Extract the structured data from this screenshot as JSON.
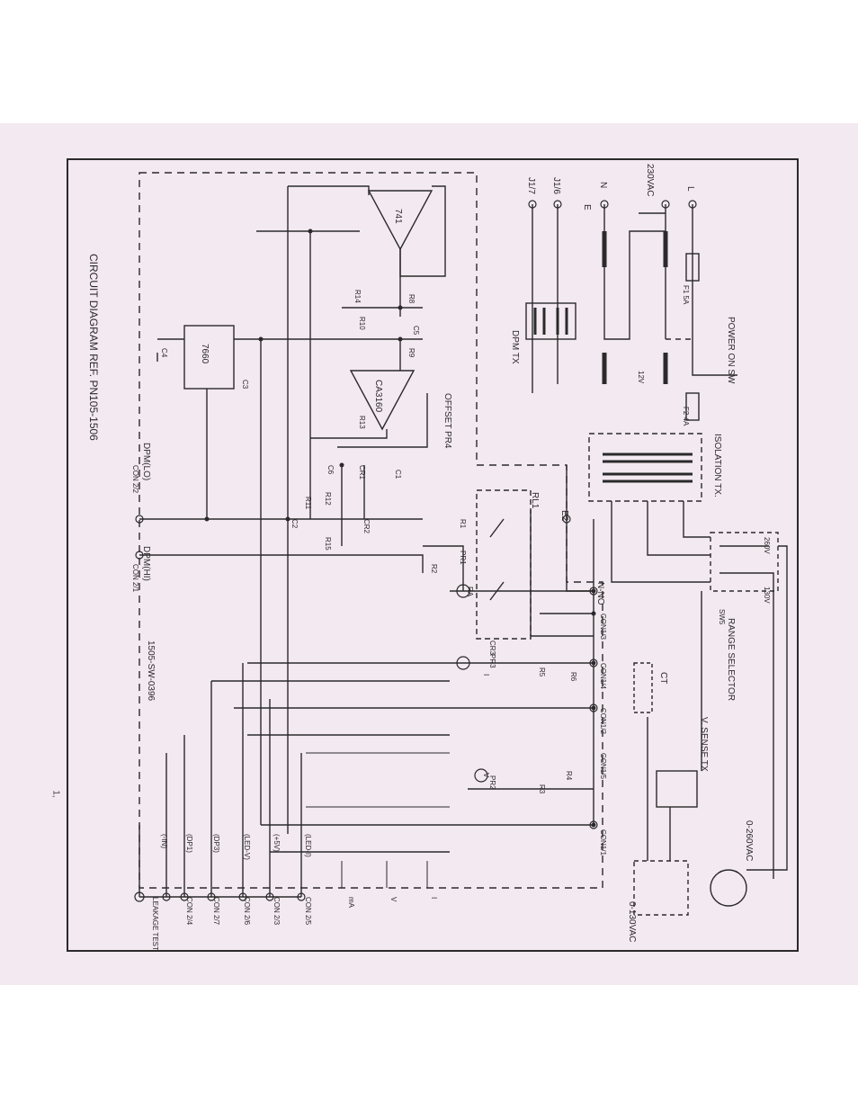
{
  "document": {
    "title": "CIRCUIT DIAGRAM  REF. PN105-1506",
    "drawing_number": "1505-SW-0396",
    "stray_mark": "1,"
  },
  "blocks": {
    "power_on_sw": "POWER ON SW",
    "isolation_tx": "ISOLATION TX.",
    "range_selector": "RANGE SELECTOR",
    "sense_tx": "V. SENSE TX",
    "dpm_tx": "DPM TX",
    "offset": "OFFSET PR4",
    "outlet_260": "0-260VAC",
    "outlet_130": "0-130VAC"
  },
  "terminals": {
    "live": "L",
    "mains": "230VAC",
    "neutral": "N",
    "earth": "E",
    "j1_6": "J1/6",
    "j1_7": "J1/7",
    "rl1": "RL1",
    "e2": "E2",
    "n_no": "N-NO",
    "dpm_lo": "DPM(LO)",
    "dpm_lo_con": "CON 2/2",
    "dpm_hi": "DPM(HI)",
    "dpm_hi_con": "CON 2/1",
    "con1_4": "CON1/4",
    "con1_2": "CON1/2",
    "con1_5": "CON1/5",
    "con1_1": "CON1/1",
    "con1_3": "CON1/3"
  },
  "components": {
    "op1": "741",
    "op2": "CA3160",
    "conv": "7660",
    "f1": "F1 5A",
    "f2": "F2 4A",
    "v12": "12V",
    "ct": "CT",
    "sw5": "SW5",
    "v260": "260V",
    "v130": "130V",
    "r_labels": [
      "R1",
      "R2",
      "R3",
      "R4",
      "R5",
      "R6",
      "R8",
      "R9",
      "R10",
      "R11",
      "R12",
      "R13",
      "R14",
      "R15"
    ],
    "pr_labels": [
      "PR1",
      "PR2",
      "PR3"
    ],
    "c_labels": [
      "C1",
      "C2",
      "C3",
      "C4",
      "C5",
      "C6"
    ],
    "cr_labels": [
      "CR1",
      "CR2",
      "CR3"
    ],
    "meters": [
      "I",
      "V",
      "RA"
    ]
  },
  "connector": {
    "pins": [
      {
        "label": "(LED-I)",
        "con": "CON 2/5"
      },
      {
        "label": "(+5V)",
        "con": "CON 2/3"
      },
      {
        "label": "(LED-V)",
        "con": "CON 2/6"
      },
      {
        "label": "(DP3)",
        "con": "CON 2/7"
      },
      {
        "label": "(DP1)",
        "con": "CON 2/4"
      },
      {
        "label": "(-IN)",
        "con": ""
      }
    ],
    "leakage_test": "LEAKAGE TEST",
    "switch_labels": [
      "mA",
      "V",
      "I"
    ]
  },
  "colors": {
    "paper": "#f3e9f1",
    "ink": "#2a2a2a"
  }
}
